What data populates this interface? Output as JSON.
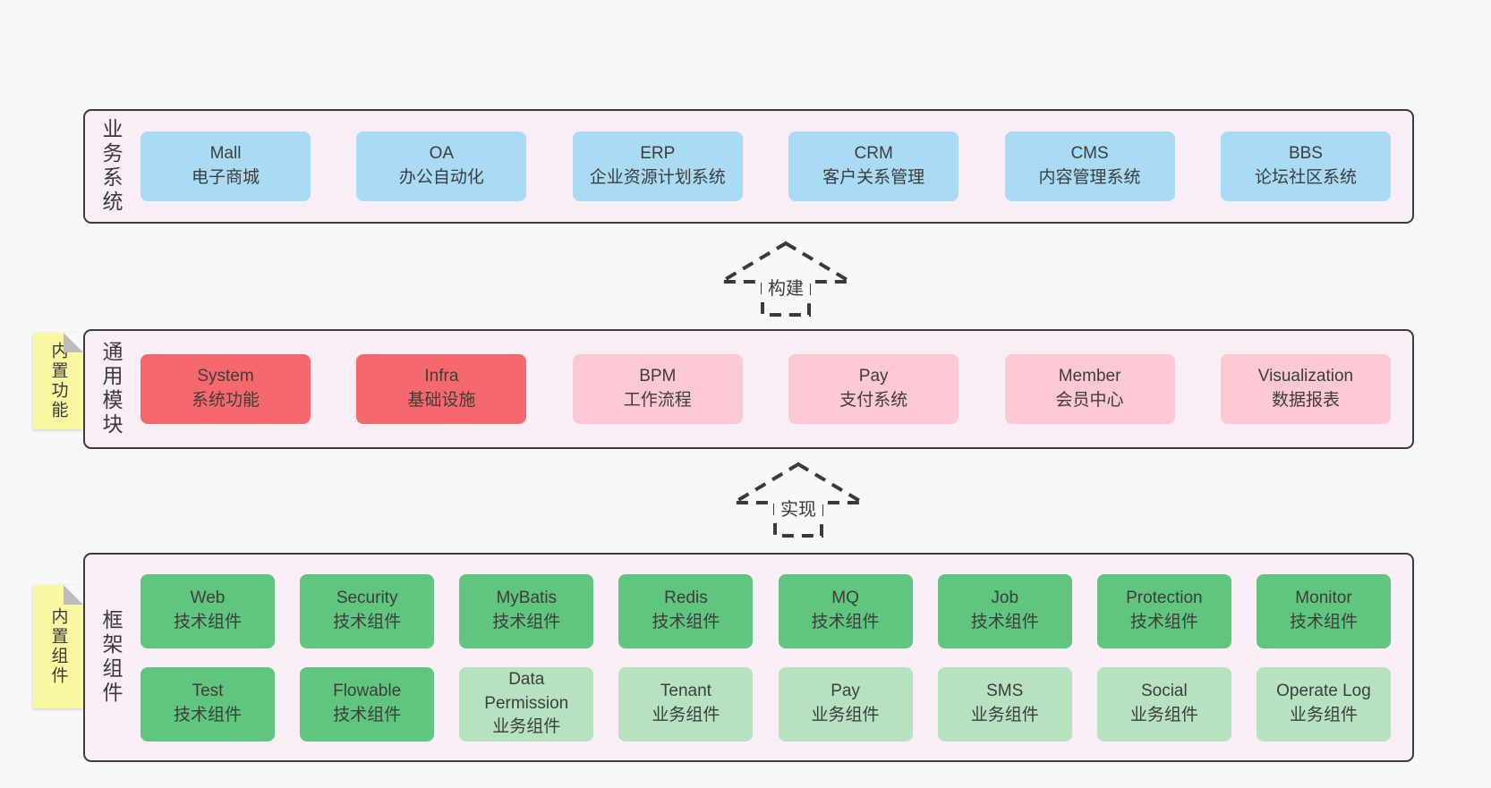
{
  "diagram": {
    "arrows": [
      {
        "label": "构建"
      },
      {
        "label": "实现"
      }
    ],
    "stickies": [
      {
        "text": "内置功能"
      },
      {
        "text": "内置组件"
      }
    ],
    "colors": {
      "page_bg": "#f8f8f8",
      "band_bg": "#f9edf6",
      "band_border": "#3c3c3c",
      "business_box": "#a9dbf5",
      "core_module_box": "#f5686d",
      "optional_module_box": "#fbc8d3",
      "tech_component_box": "#5fc57f",
      "biz_component_box": "#b6e2c0",
      "sticky_note": "#faf8a2",
      "text": "#3d3d3d"
    },
    "bands": [
      {
        "label": "业务系统",
        "boxes": [
          {
            "en": "Mall",
            "zh": "电子商城"
          },
          {
            "en": "OA",
            "zh": "办公自动化"
          },
          {
            "en": "ERP",
            "zh": "企业资源计划系统"
          },
          {
            "en": "CRM",
            "zh": "客户关系管理"
          },
          {
            "en": "CMS",
            "zh": "内容管理系统"
          },
          {
            "en": "BBS",
            "zh": "论坛社区系统"
          }
        ]
      },
      {
        "label": "通用模块",
        "boxes": [
          {
            "en": "System",
            "zh": "系统功能"
          },
          {
            "en": "Infra",
            "zh": "基础设施"
          },
          {
            "en": "BPM",
            "zh": "工作流程"
          },
          {
            "en": "Pay",
            "zh": "支付系统"
          },
          {
            "en": "Member",
            "zh": "会员中心"
          },
          {
            "en": "Visualization",
            "zh": "数据报表"
          }
        ]
      },
      {
        "label": "框架组件",
        "rows": [
          [
            {
              "en": "Web",
              "zh": "技术组件"
            },
            {
              "en": "Security",
              "zh": "技术组件"
            },
            {
              "en": "MyBatis",
              "zh": "技术组件"
            },
            {
              "en": "Redis",
              "zh": "技术组件"
            },
            {
              "en": "MQ",
              "zh": "技术组件"
            },
            {
              "en": "Job",
              "zh": "技术组件"
            },
            {
              "en": "Protection",
              "zh": "技术组件"
            },
            {
              "en": "Monitor",
              "zh": "技术组件"
            }
          ],
          [
            {
              "en": "Test",
              "zh": "技术组件"
            },
            {
              "en": "Flowable",
              "zh": "技术组件"
            },
            {
              "en": "Data Permission",
              "zh": "业务组件"
            },
            {
              "en": "Tenant",
              "zh": "业务组件"
            },
            {
              "en": "Pay",
              "zh": "业务组件"
            },
            {
              "en": "SMS",
              "zh": "业务组件"
            },
            {
              "en": "Social",
              "zh": "业务组件"
            },
            {
              "en": "Operate Log",
              "zh": "业务组件"
            }
          ]
        ]
      }
    ]
  }
}
